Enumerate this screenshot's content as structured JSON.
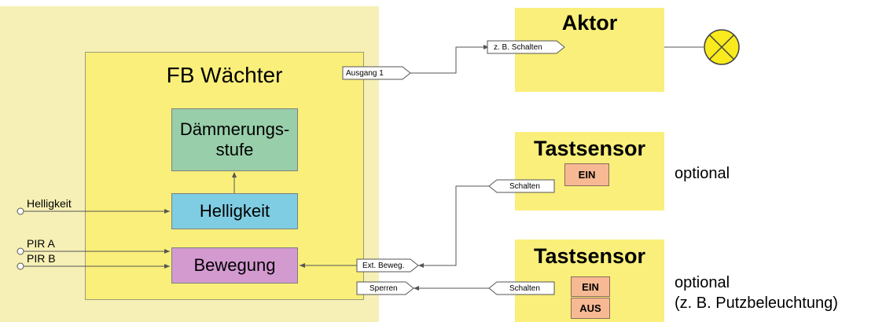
{
  "fb": {
    "title": "FB Wächter",
    "daemmerung": [
      "Dämmerungs-",
      "stufe"
    ],
    "helligkeit": "Helligkeit",
    "bewegung": "Bewegung"
  },
  "inputs": {
    "helligkeit": "Helligkeit",
    "pir_a": "PIR A",
    "pir_b": "PIR B"
  },
  "ports": {
    "ausgang1": "Ausgang 1",
    "ext_beweg": "Ext. Beweg.",
    "sperren": "Sperren",
    "schalten_aktor": "z. B. Schalten",
    "schalten_ts1": "Schalten",
    "schalten_ts2": "Schalten"
  },
  "aktor": {
    "title": "Aktor"
  },
  "tastsensor1": {
    "title": "Tastsensor",
    "ein": "EIN",
    "note": "optional"
  },
  "tastsensor2": {
    "title": "Tastsensor",
    "ein": "EIN",
    "aus": "AUS",
    "note1": "optional",
    "note2": "(z. B. Putzbeleuchtung)"
  },
  "colors": {
    "outer": "#f6f0b6",
    "fb": "#f9ef7a",
    "daemmerung": "#98cfaa",
    "helligkeit": "#7fcde2",
    "bewegung": "#d39ad0",
    "button": "#f7b994",
    "lamp": "#f8ea1c"
  }
}
